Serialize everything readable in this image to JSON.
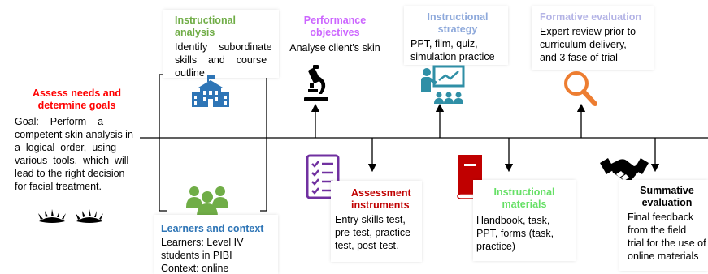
{
  "colors": {
    "needs_title": "#ff0000",
    "analysis_title": "#70ad47",
    "objectives_title": "#cc66ff",
    "strategy_title": "#8ea9db",
    "formative_title": "#b4b4e6",
    "assessment_title": "#c00000",
    "materials_title": "#66e066",
    "learners_title": "#2e75b6",
    "summative_title": "#000000",
    "icon_blue": "#2e75b6",
    "icon_green": "#70ad47",
    "icon_purple": "#7030a0",
    "icon_red": "#c00000",
    "icon_orange": "#ed7d31",
    "icon_teal": "#2f8fa6"
  },
  "needs": {
    "title_line1": "Assess needs and",
    "title_line2": "determine goals",
    "lines": [
      "Goal:    Perform    a",
      "competent skin analysis in",
      "a  logical  order,  using",
      "various  tools,  which  will",
      "lead to the right decision",
      "for facial treatment."
    ]
  },
  "analysis": {
    "title": "Instructional analysis",
    "lines": [
      "Identify    subordinate",
      "skills    and    course",
      "outline"
    ]
  },
  "objectives": {
    "title_line1": "Performance",
    "title_line2": "objectives",
    "line": "Analyse client's skin"
  },
  "strategy": {
    "title_line1": "Instructional",
    "title_line2": "strategy",
    "lines": [
      "PPT, film, quiz,",
      "simulation practice"
    ]
  },
  "formative": {
    "title": "Formative evaluation",
    "lines": [
      "Expert review prior to",
      "curriculum delivery,",
      "and 3 fase of trial"
    ]
  },
  "assessment": {
    "title_line1": "Assessment",
    "title_line2": "instruments",
    "lines": [
      "Entry skills test,",
      "pre-test, practice",
      "test, post-test."
    ]
  },
  "materials": {
    "title_line1": "Instructional",
    "title_line2": "materials",
    "lines": [
      "Handbook, task,",
      "PPT, forms (task,",
      "practice)"
    ]
  },
  "learners": {
    "title": "Learners and context",
    "lines": [
      "Learners: Level IV",
      "students in PIBI",
      "Context: online"
    ]
  },
  "summative": {
    "title_line1": "Summative",
    "title_line2": "evaluation",
    "lines": [
      "Final feedback",
      "from the field",
      "trial for the use of",
      "online materials"
    ]
  },
  "icons": {
    "eyes": "eyelashes-icon",
    "school": "school-building-icon",
    "people": "group-people-icon",
    "microscope": "microscope-icon",
    "checklist": "checklist-icon",
    "presentation": "teacher-presentation-icon",
    "book": "book-icon",
    "magnifier": "magnifying-glass-icon",
    "handshake": "handshake-icon"
  }
}
